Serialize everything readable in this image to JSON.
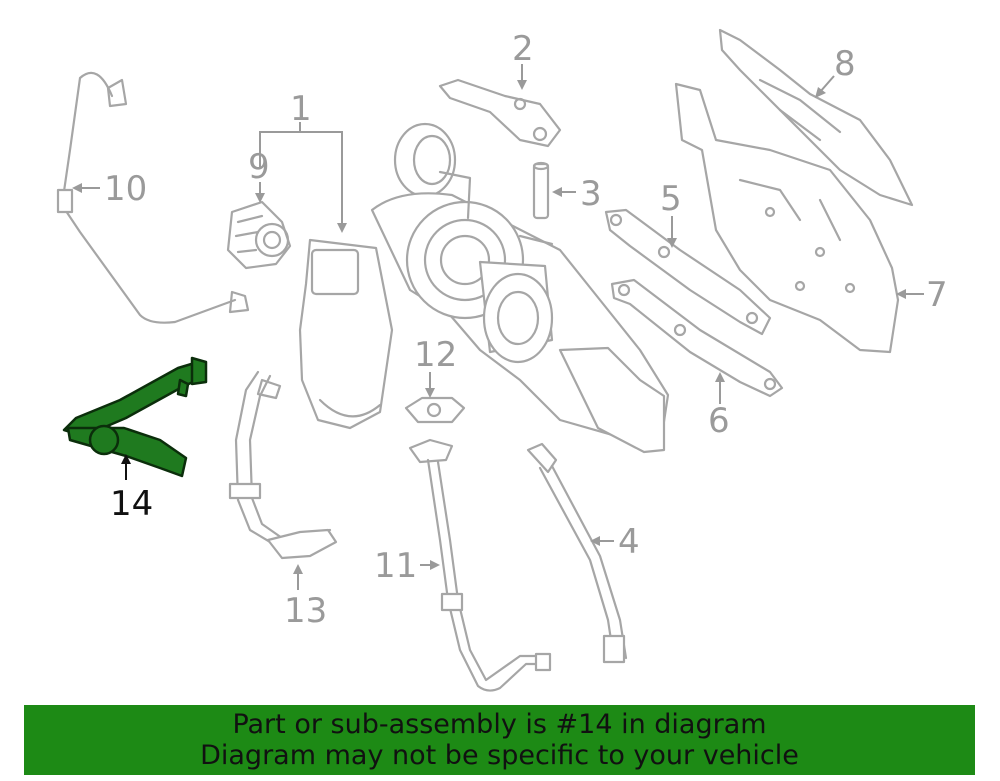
{
  "callouts": {
    "c1": "1",
    "c2": "2",
    "c3": "3",
    "c4": "4",
    "c5": "5",
    "c6": "6",
    "c7": "7",
    "c8": "8",
    "c9": "9",
    "c10": "10",
    "c11": "11",
    "c12": "12",
    "c13": "13",
    "c14": "14"
  },
  "highlight": {
    "part_number": "14",
    "color": "#1f7a1f"
  },
  "banner": {
    "line1": "Part or sub-assembly is #14 in diagram",
    "line2": "Diagram may not be specific to your vehicle",
    "background": "#1d8a15"
  }
}
